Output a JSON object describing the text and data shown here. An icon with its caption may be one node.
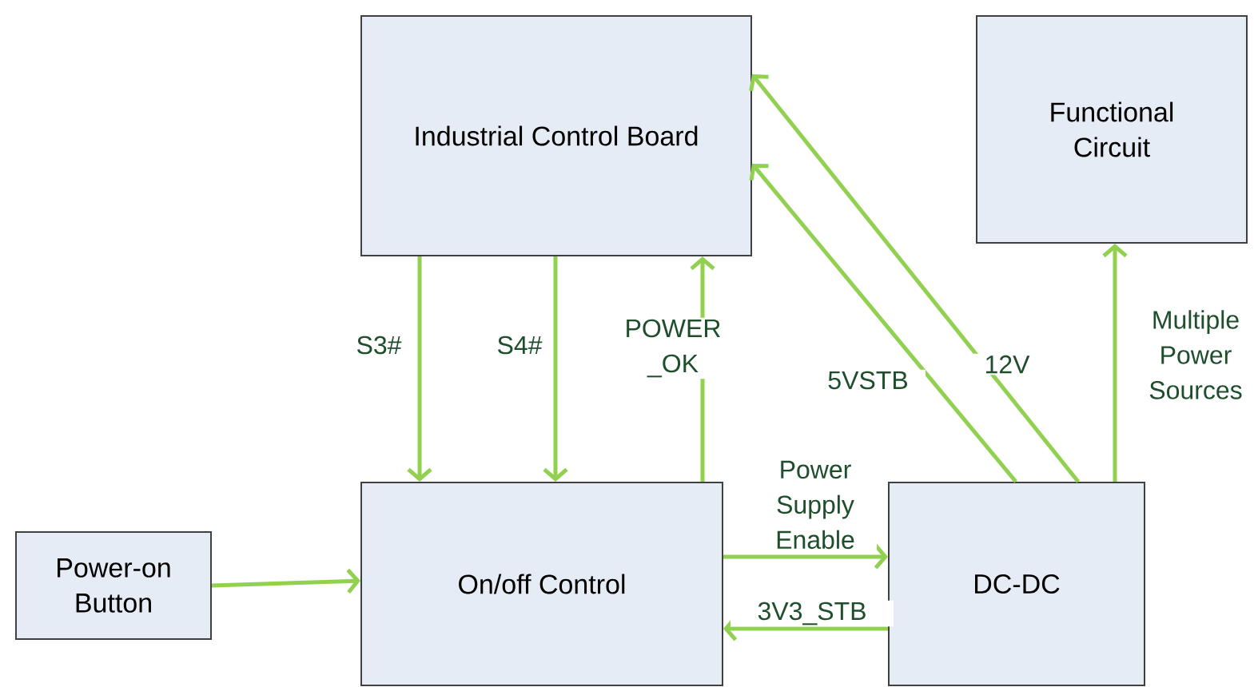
{
  "diagram": {
    "nodes": [
      {
        "text": [
          "Industrial Control Board"
        ]
      },
      {
        "text": [
          "Functional Circuit"
        ]
      },
      {
        "text": [
          "Power-on Button"
        ]
      },
      {
        "text": [
          "On/off Control"
        ]
      },
      {
        "text": [
          "DC-DC"
        ]
      }
    ],
    "edges": [
      {
        "from": 0,
        "to": 3,
        "arrow": "to",
        "label": "S3#"
      },
      {
        "from": 0,
        "to": 3,
        "arrow": "to",
        "label": "S4#"
      },
      {
        "from": 3,
        "to": 0,
        "arrow": "to",
        "label": "POWER _OK"
      },
      {
        "from": 4,
        "to": 0,
        "arrow": "to",
        "label": "5VSTB"
      },
      {
        "from": 4,
        "to": 0,
        "arrow": "to",
        "label": "12V"
      },
      {
        "from": 4,
        "to": 1,
        "arrow": "to",
        "label": "Multiple Power Sources"
      },
      {
        "from": 2,
        "to": 3,
        "arrow": "to"
      },
      {
        "from": 3,
        "to": 4,
        "arrow": "to",
        "label": "Power Supply Enable"
      },
      {
        "from": 4,
        "to": 3,
        "arrow": "to",
        "label": "3V3_STB"
      }
    ]
  }
}
